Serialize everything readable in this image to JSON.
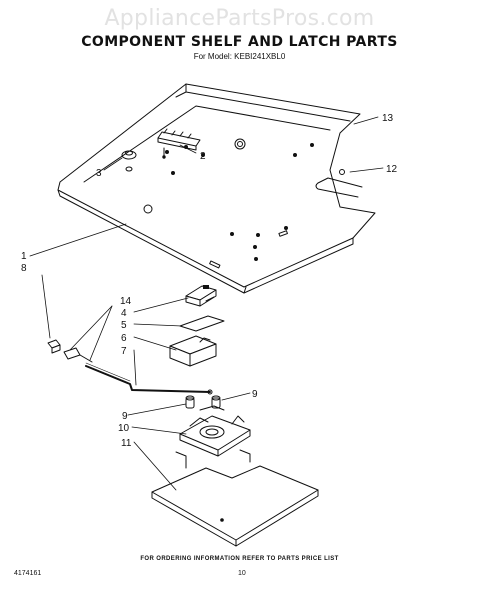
{
  "watermark": "AppliancePartsPros.com",
  "title": "COMPONENT SHELF AND LATCH PARTS",
  "model_line": "For Model: KEBI241XBL0",
  "callouts": {
    "c1": "1",
    "c2": "2",
    "c3": "3",
    "c4": "4",
    "c5": "5",
    "c6": "6",
    "c7": "7",
    "c8": "8",
    "c9a": "9",
    "c9b": "9",
    "c10": "10",
    "c11": "11",
    "c12": "12",
    "c13": "13",
    "c14": "14"
  },
  "footer": {
    "ordering_note": "FOR ORDERING INFORMATION REFER TO PARTS PRICE LIST",
    "doc_number": "4174161",
    "page_number": "10"
  }
}
